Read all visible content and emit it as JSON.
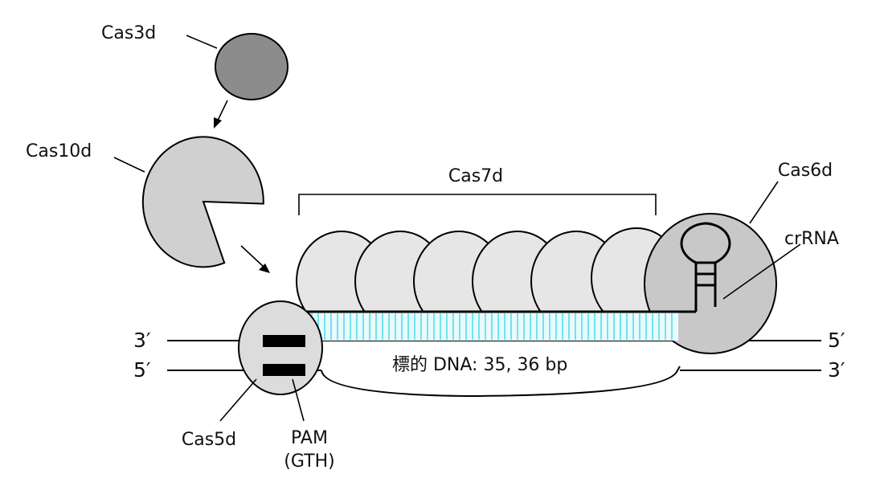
{
  "labels": {
    "cas3d": "Cas3d",
    "cas10d": "Cas10d",
    "cas7d": "Cas7d",
    "cas6d": "Cas6d",
    "crrna": "crRNA",
    "cas5d": "Cas5d",
    "pam": "PAM",
    "pam_seq": "(GTH)",
    "target_dna": "標的 DNA: 35, 36 bp",
    "top_left_end": "3′",
    "top_right_end": "5′",
    "bottom_left_end": "5′",
    "bottom_right_end": "3′"
  },
  "colors": {
    "cas3d_fill": "#8c8c8c",
    "cas10d_fill": "#d0d0d0",
    "cas7d_fill": "#e6e6e6",
    "cas6d_fill": "#c8c8c8",
    "cas5d_fill": "#dcdcdc",
    "basepair": "#22d3e6",
    "pam_block": "#000000"
  }
}
